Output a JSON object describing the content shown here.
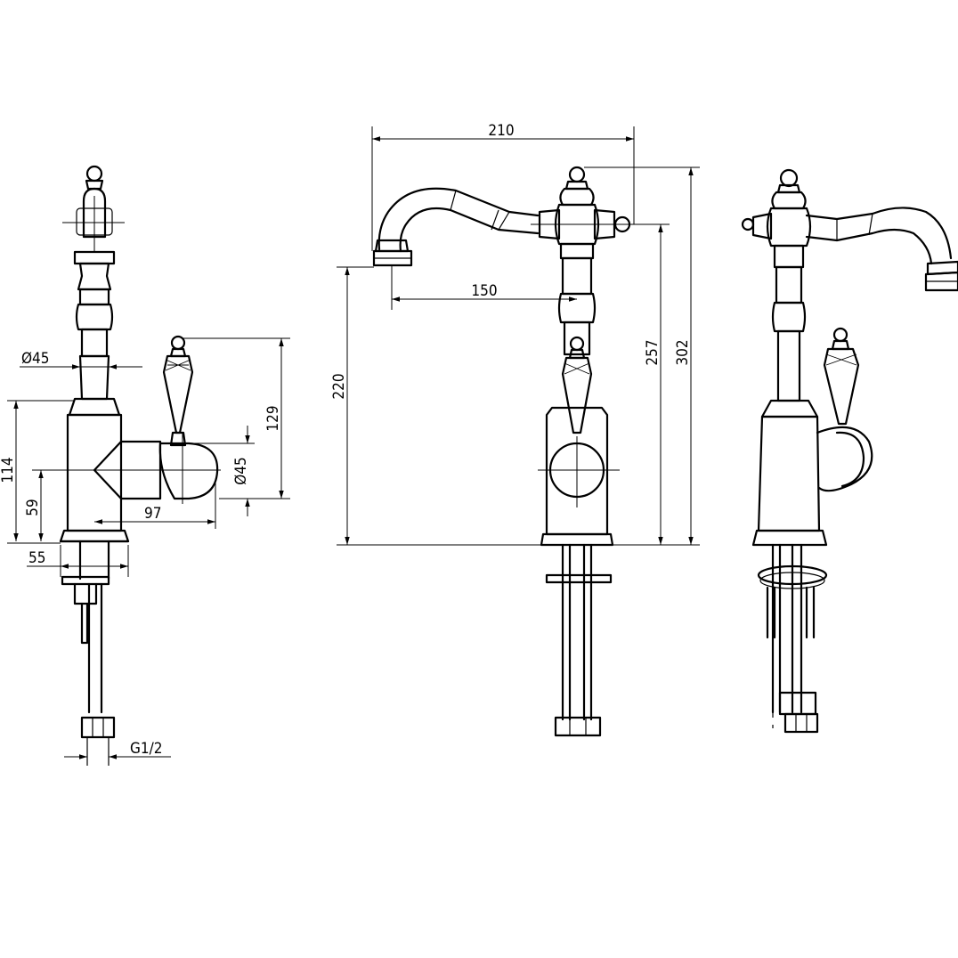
{
  "dimensions": {
    "d210": "210",
    "d150": "150",
    "d220": "220",
    "d257": "257",
    "d302": "302",
    "d129": "129",
    "d114": "114",
    "d59": "59",
    "d55": "55",
    "d97": "97",
    "dia45_top": "Ø45",
    "dia45_side": "Ø45",
    "g12": "G1/2"
  },
  "colors": {
    "line": "#000000",
    "background": "#ffffff"
  }
}
